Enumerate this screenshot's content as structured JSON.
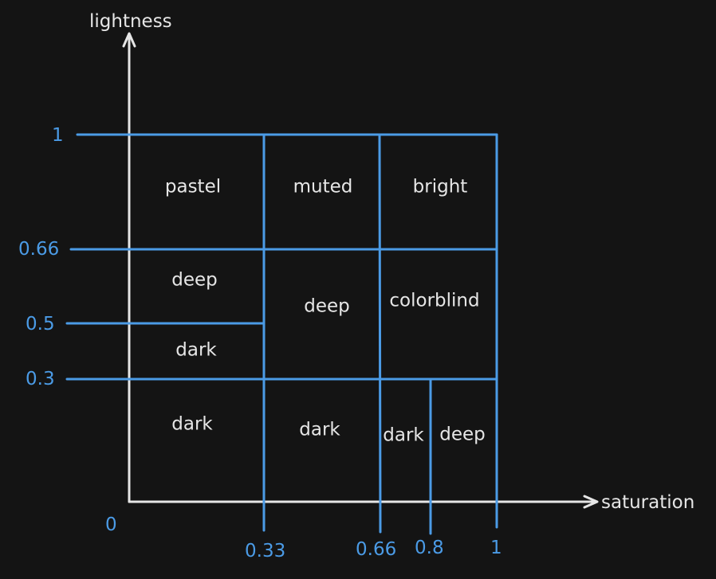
{
  "axes": {
    "y_title": "lightness",
    "x_title": "saturation",
    "origin_label": "0"
  },
  "y_ticks": {
    "t1": "1",
    "t066": "0.66",
    "t05": "0.5",
    "t03": "0.3"
  },
  "x_ticks": {
    "t033": "0.33",
    "t066": "0.66",
    "t08": "0.8",
    "t1": "1"
  },
  "regions": {
    "pastel": "pastel",
    "muted": "muted",
    "bright": "bright",
    "deep_left": "deep",
    "deep_center": "deep",
    "colorblind": "colorblind",
    "dark_mid_left": "dark",
    "dark_bottom_left": "dark",
    "dark_bottom_center": "dark",
    "dark_bottom_right": "dark",
    "deep_bottom_right": "deep"
  },
  "colors": {
    "background": "#141414",
    "axis": "#e6e6e6",
    "grid": "#4b9be6"
  }
}
